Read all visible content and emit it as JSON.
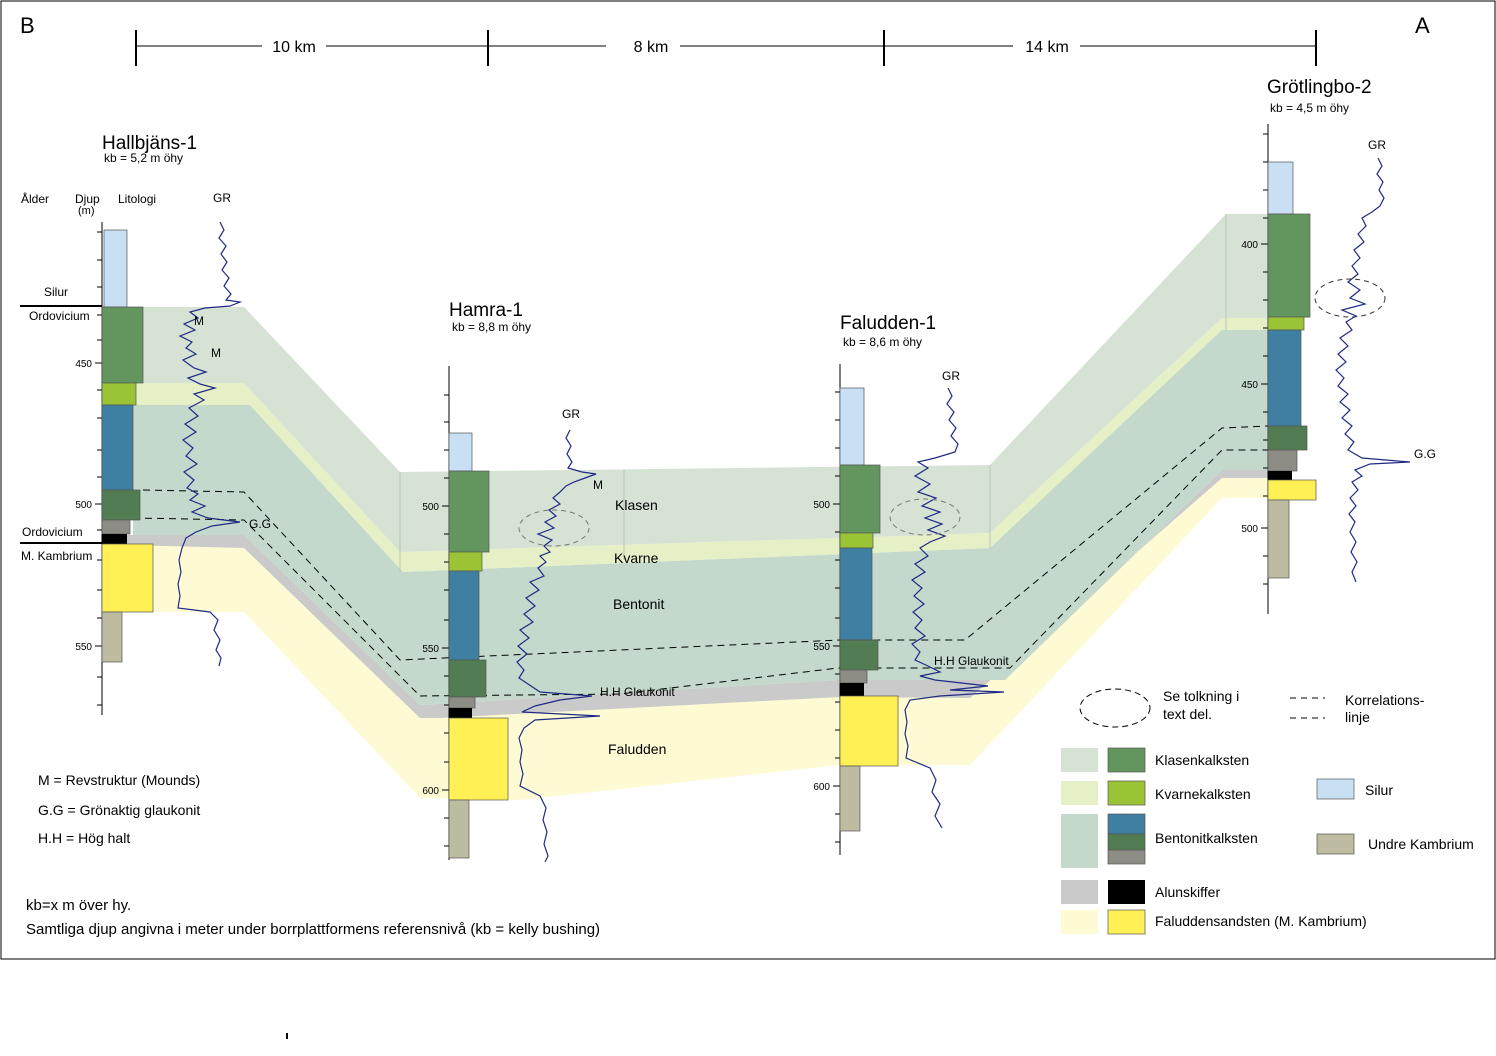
{
  "ends": {
    "left": "B",
    "right": "A"
  },
  "distances": [
    "10 km",
    "8 km",
    "14 km"
  ],
  "wells": {
    "hallbjans": {
      "name": "Hallbjäns-1",
      "kb": "kb = 5,2 m öhy",
      "ticks": [
        "450",
        "500",
        "550"
      ]
    },
    "hamra": {
      "name": "Hamra-1",
      "kb": "kb = 8,8 m öhy",
      "ticks": [
        "500",
        "550",
        "600"
      ]
    },
    "faludden": {
      "name": "Faludden-1",
      "kb": "kb = 8,6 m öhy",
      "ticks": [
        "500",
        "550",
        "600"
      ]
    },
    "grotlingbo": {
      "name": "Grötlingbo-2",
      "kb": "kb = 4,5 m öhy",
      "ticks": [
        "400",
        "450",
        "500"
      ]
    }
  },
  "column_headers": {
    "age": "Ålder",
    "depth": "Djup",
    "depth_unit": "(m)",
    "lithology": "Litologi"
  },
  "gr_label": "GR",
  "ages": {
    "silur": "Silur",
    "ordovicium_top": "Ordovicium",
    "ordovicium_bottom": "Ordovicium",
    "kambrium": "M. Kambrium"
  },
  "markers": {
    "mound": "M",
    "gg": "G.G",
    "hh": "H.H Glaukonit"
  },
  "unit_labels": {
    "klasen": "Klasen",
    "kvarne": "Kvarne",
    "bentonit": "Bentonit",
    "faludden": "Faludden"
  },
  "abbreviations": [
    "M = Revstruktur (Mounds)",
    "G.G = Grönaktig glaukonit",
    "H.H = Hög halt"
  ],
  "footnotes": [
    "kb=x m över hy.",
    "Samtliga djup angivna i meter under borrplattformens referensnivå (kb = kelly bushing)"
  ],
  "legend": {
    "interpretation": [
      "Se tolkning i",
      "text del."
    ],
    "correlation": [
      "Korrelations-",
      "linje"
    ],
    "items": [
      "Klasenkalksten",
      "Kvarnekalksten",
      "Bentonitkalksten",
      "Alunskiffer",
      "Faluddensandsten (M. Kambrium)",
      "Silur",
      "Undre Kambrium"
    ]
  },
  "colors": {
    "klasen_light": "#d5e2d4",
    "klasen_dark": "#63965f",
    "kvarne_light": "#e6f0c6",
    "kvarne_dark": "#9ac436",
    "bentonit_light": "#c4d9cc",
    "bentonit_dark": "#3e7fa2",
    "glaukonit_dark": "#527d52",
    "glaukonit_grey": "#8d8d85",
    "alun_light": "#cacaca",
    "alun_dark": "#000000",
    "faludden_light": "#fefbd4",
    "faludden_dark": "#fff055",
    "silur": "#c9e0f4",
    "undre_kambrium": "#bdbba0",
    "gr_curve": "#1f2a85"
  }
}
